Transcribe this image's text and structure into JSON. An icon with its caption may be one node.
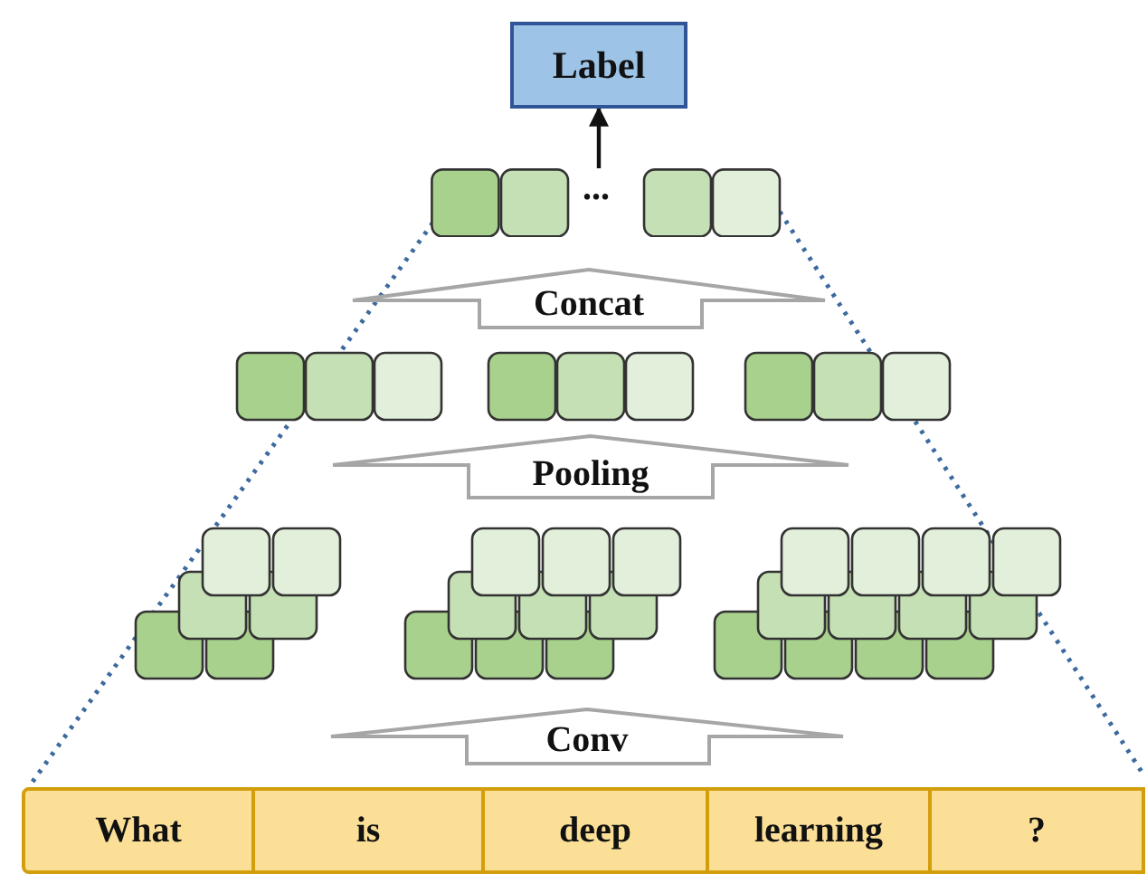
{
  "diagram": {
    "nodes": [
      {
        "text": [
          "Label"
        ]
      },
      {
        "text": [],
        "shape": "bar"
      },
      {
        "text": [
          "Concat"
        ]
      },
      {
        "text": [
          "Pooling"
        ]
      },
      {
        "text": [
          "Conv"
        ]
      },
      {
        "text": [
          "What"
        ]
      },
      {
        "text": [
          "is"
        ]
      },
      {
        "text": [
          "deep"
        ]
      },
      {
        "text": [
          "learning"
        ]
      },
      {
        "text": [
          "?"
        ]
      }
    ],
    "edges": [
      {
        "from": 1,
        "to": 0,
        "arrow": "to"
      }
    ],
    "labels": [
      "..."
    ]
  }
}
